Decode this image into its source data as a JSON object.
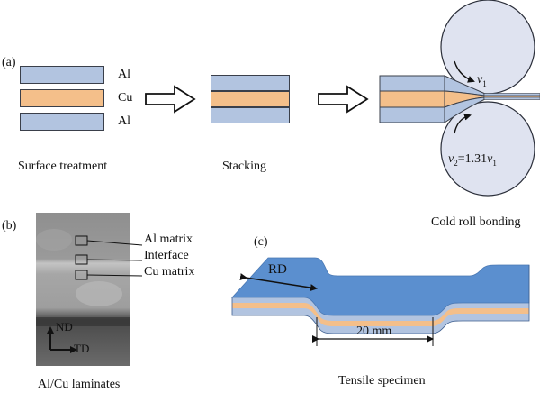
{
  "panel_labels": {
    "a": "(a)",
    "b": "(b)",
    "c": "(c)"
  },
  "step1": {
    "layer_labels": [
      "Al",
      "Cu",
      "Al"
    ],
    "caption": "Surface treatment"
  },
  "step2": {
    "caption": "Stacking"
  },
  "step3": {
    "caption": "Cold roll bonding",
    "v1_symbol": "v",
    "v1_subscript": "1",
    "v2_prefix": "v",
    "v2_sub": "2",
    "v2_mid": "=1.31",
    "v2_var": "v",
    "v2_sub2": "1"
  },
  "micrograph": {
    "labels": [
      "Al matrix",
      "Interface",
      "Cu matrix"
    ],
    "axis_nd": "ND",
    "axis_td": "TD",
    "caption": "Al/Cu laminates"
  },
  "specimen": {
    "rd_label": "RD",
    "dimension_label": "20 mm",
    "caption": "Tensile specimen"
  },
  "colors": {
    "aluminum": "#b2c4e0",
    "copper": "#f4bf8a",
    "roller": "#dfe3f0",
    "specimen_top": "#5b8fcf"
  }
}
